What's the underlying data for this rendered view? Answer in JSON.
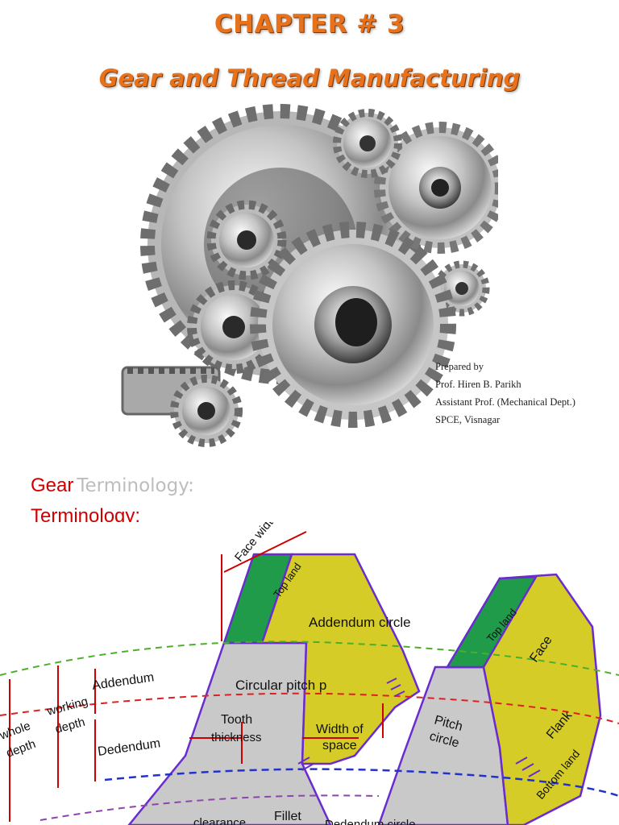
{
  "slide1": {
    "title": "CHAPTER # 3",
    "subtitle": "Gear and Thread Manufacturing",
    "prepared_by": [
      "Prepared by",
      "Prof. Hiren B. Parikh",
      "Assistant Prof. (Mechanical Dept.)",
      "SPCE, Visnagar"
    ]
  },
  "slide2": {
    "heading_red": "Gear",
    "heading_ghost": "Terminology:",
    "heading_line2": "Terminology:",
    "labels": {
      "face_width": "Face width",
      "top_land_1": "Top land",
      "top_land_2": "Top land",
      "addendum_circle": "Addendum circle",
      "face": "Face",
      "addendum": "Addendum",
      "circular_pitch": "Circular pitch p",
      "working": "working",
      "depth_working": "depth",
      "whole": "whole",
      "depth_whole": "depth",
      "tooth": "Tooth",
      "thickness": "thickness",
      "width_of": "Width of",
      "space": "space",
      "pitch": "Pitch",
      "circle": "circle",
      "flank": "Flank",
      "dedendum": "Dedendum",
      "bottom_land": "Bottom land",
      "clearance": "clearance",
      "fillet": "Fillet",
      "dedendum_circle": "Dedendum circle"
    }
  },
  "colors": {
    "title_orange": "#e8721c",
    "heading_red": "#d00000",
    "top_land_green": "#1f9b4a",
    "face_yellow": "#d6cc28",
    "tooth_grey": "#c9c9c9",
    "outline_purple": "#6a2bd1",
    "pitch_red": "#e02020",
    "addendum_green": "#4caf2c",
    "dedendum_blue": "#2233cc"
  }
}
